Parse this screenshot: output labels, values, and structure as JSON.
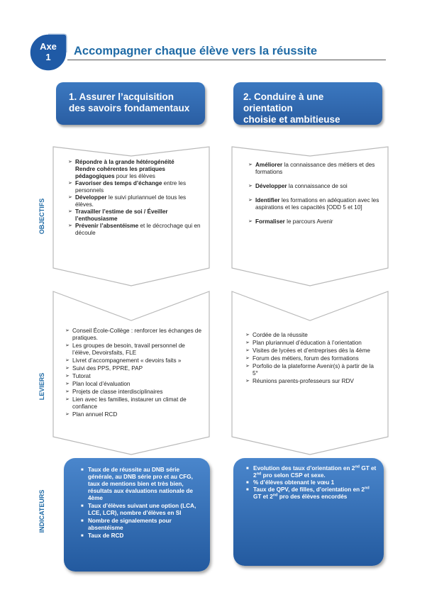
{
  "header": {
    "badge_line1": "Axe",
    "badge_line2": "1",
    "title": "Accompagner chaque élève vers la réussite"
  },
  "columns": [
    {
      "title_line1": "1.  Assurer l’acquisition",
      "title_line2": "des savoirs fondamentaux"
    },
    {
      "title_line1": "2. Conduire à une orientation",
      "title_line2": "choisie et ambitieuse"
    }
  ],
  "labels": {
    "objectifs": "OBJECTIFS",
    "leviers": "LEVIERS",
    "indicateurs": "INDICATEURS"
  },
  "objectifs_left": [
    {
      "bold": "Répondre à la grande hétérogénéité",
      "rest": ""
    },
    {
      "bold": "Rendre cohérentes les pratiques pédagogiques",
      "rest": " pour les élèves",
      "nobullet": true
    },
    {
      "bold": "Favoriser des temps d’échange",
      "rest": " entre les personnels"
    },
    {
      "bold": "Développer",
      "rest": " le suivi pluriannuel de tous les élèves."
    },
    {
      "bold": "Travailler l’estime de soi / Éveiller l’enthousiasme",
      "rest": ""
    },
    {
      "bold": "Prévenir l’absentéisme",
      "rest": " et le décrochage qui en découle"
    }
  ],
  "objectifs_right": [
    {
      "bold": "Améliorer",
      "rest": " la connaissance des métiers et des formations"
    },
    {
      "bold": "Développer",
      "rest": " la connaissance de soi"
    },
    {
      "bold": "Identifier",
      "rest": " les formations en adéquation avec les aspirations et les capacités [ODD 5 et 10]"
    },
    {
      "bold": "Formaliser",
      "rest": " le parcours Avenir"
    }
  ],
  "leviers_left": [
    "Conseil École-Collège : renforcer les échanges de pratiques.",
    "Les groupes de besoin, travail personnel de l’élève, Devoirsfaits, FLE",
    "Livret d’accompagnement « devoirs faits »",
    "Suivi des PPS, PPRE, PAP",
    "Tutorat",
    "Plan local d’évaluation",
    "Projets de classe interdisciplinaires",
    "Lien avec les familles, instaurer un climat de confiance",
    "Plan annuel RCD"
  ],
  "leviers_right": [
    "Cordée de la réussite",
    "Plan pluriannuel d’éducation à l’orientation",
    "Visites de lycées et d’entreprises dès la 4ème",
    "Forum des métiers, forum des formations",
    "Porfolio de la plateforme Avenir(s) à partir de la 5°",
    "Réunions parents-professeurs sur RDV"
  ],
  "indicateurs_left": [
    "Taux de de réussite au DNB série générale, au DNB série pro et au CFG, taux de mentions bien et très bien, résultats aux évaluations nationale de 4ème",
    "Taux d’élèves suivant une option (LCA, LCE, LCR), nombre d’élèves en SI",
    "Nombre de signalements pour absentéisme",
    "Taux de RCD"
  ],
  "indicateurs_right": {
    "i1_a": "Evolution des taux d’orientation en 2",
    "i1_sup1": "nd",
    "i1_b": " GT et 2",
    "i1_sup2": "nd",
    "i1_c": " pro selon CSP et sexe.",
    "i2": "% d’élèves obtenant le vœu 1",
    "i3_a": "Taux de QPV, de filles, d’orientation en 2",
    "i3_sup1": "nd",
    "i3_b": " GT et 2",
    "i3_sup2": "nd",
    "i3_c": " pro des élèves encordés"
  },
  "colors": {
    "accent": "#1f6aa5",
    "box_top": "#3b78c0",
    "box_bottom": "#2a5ea3",
    "chevron_border": "#b9b9b9"
  }
}
